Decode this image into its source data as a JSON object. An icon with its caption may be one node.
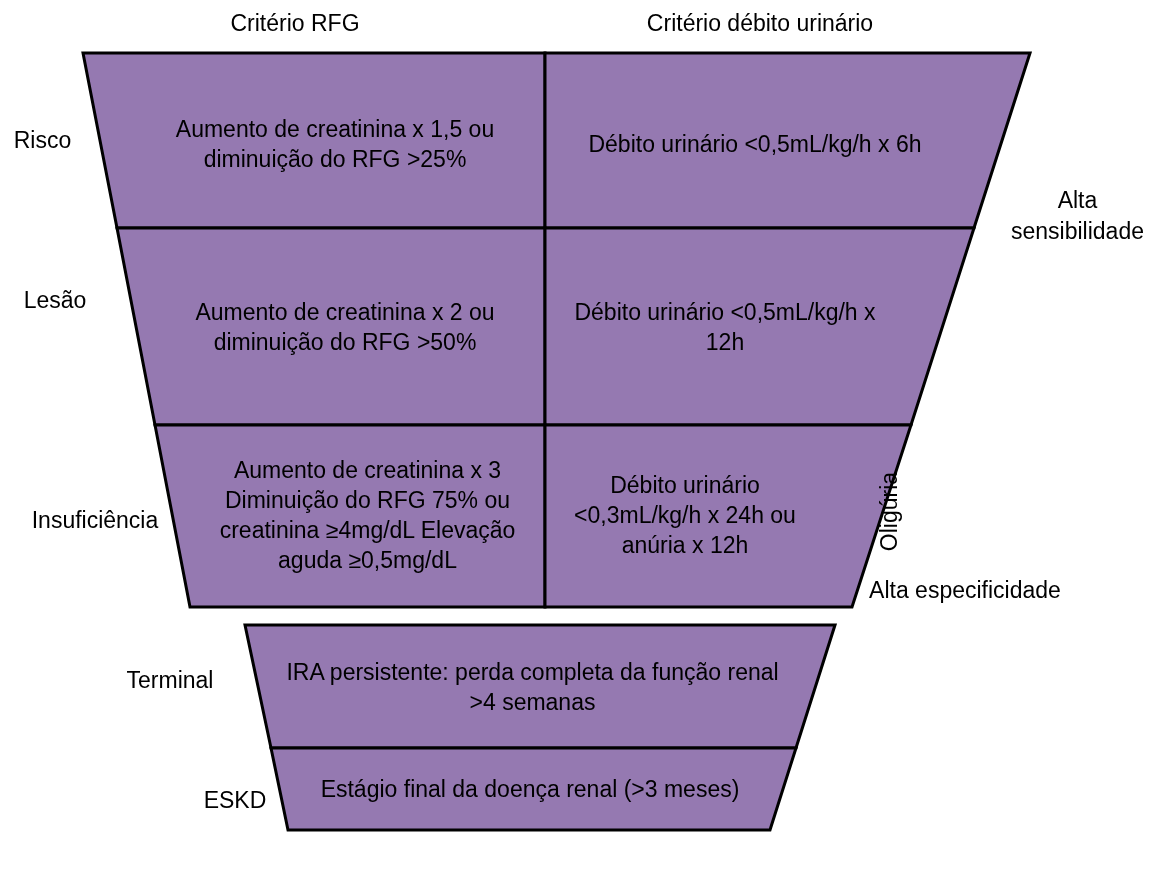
{
  "diagram": {
    "nodes": [
      {
        "text": [
          "Aumento de creatinina x 1,5 ou diminuição do RFG >25%"
        ]
      },
      {
        "text": [
          "Débito urinário <0,5mL/kg/h x 6h"
        ]
      },
      {
        "text": [
          "Aumento de creatinina x 2 ou diminuição do RFG >50%"
        ]
      },
      {
        "text": [
          "Débito urinário <0,5mL/kg/h x 12h"
        ]
      },
      {
        "text": [
          "Aumento de creatinina x 3 Diminuição do RFG 75% ou creatinina ≥4mg/dL Elevação aguda ≥0,5mg/dL"
        ]
      },
      {
        "text": [
          "Débito urinário <0,3mL/kg/h x 24h ou anúria x 12h",
          "Oligúria"
        ]
      },
      {
        "text": [
          "IRA persistente: perda completa da função renal >4 semanas"
        ]
      },
      {
        "text": [
          "Estágio final da doença renal (>3 meses)"
        ]
      }
    ],
    "labels": [
      "Critério RFG",
      "Critério débito urinário",
      "Risco",
      "Alta sensibilidade",
      "Lesão",
      "Insuficiência",
      "Alta especificidade",
      "Terminal",
      "ESKD"
    ]
  }
}
